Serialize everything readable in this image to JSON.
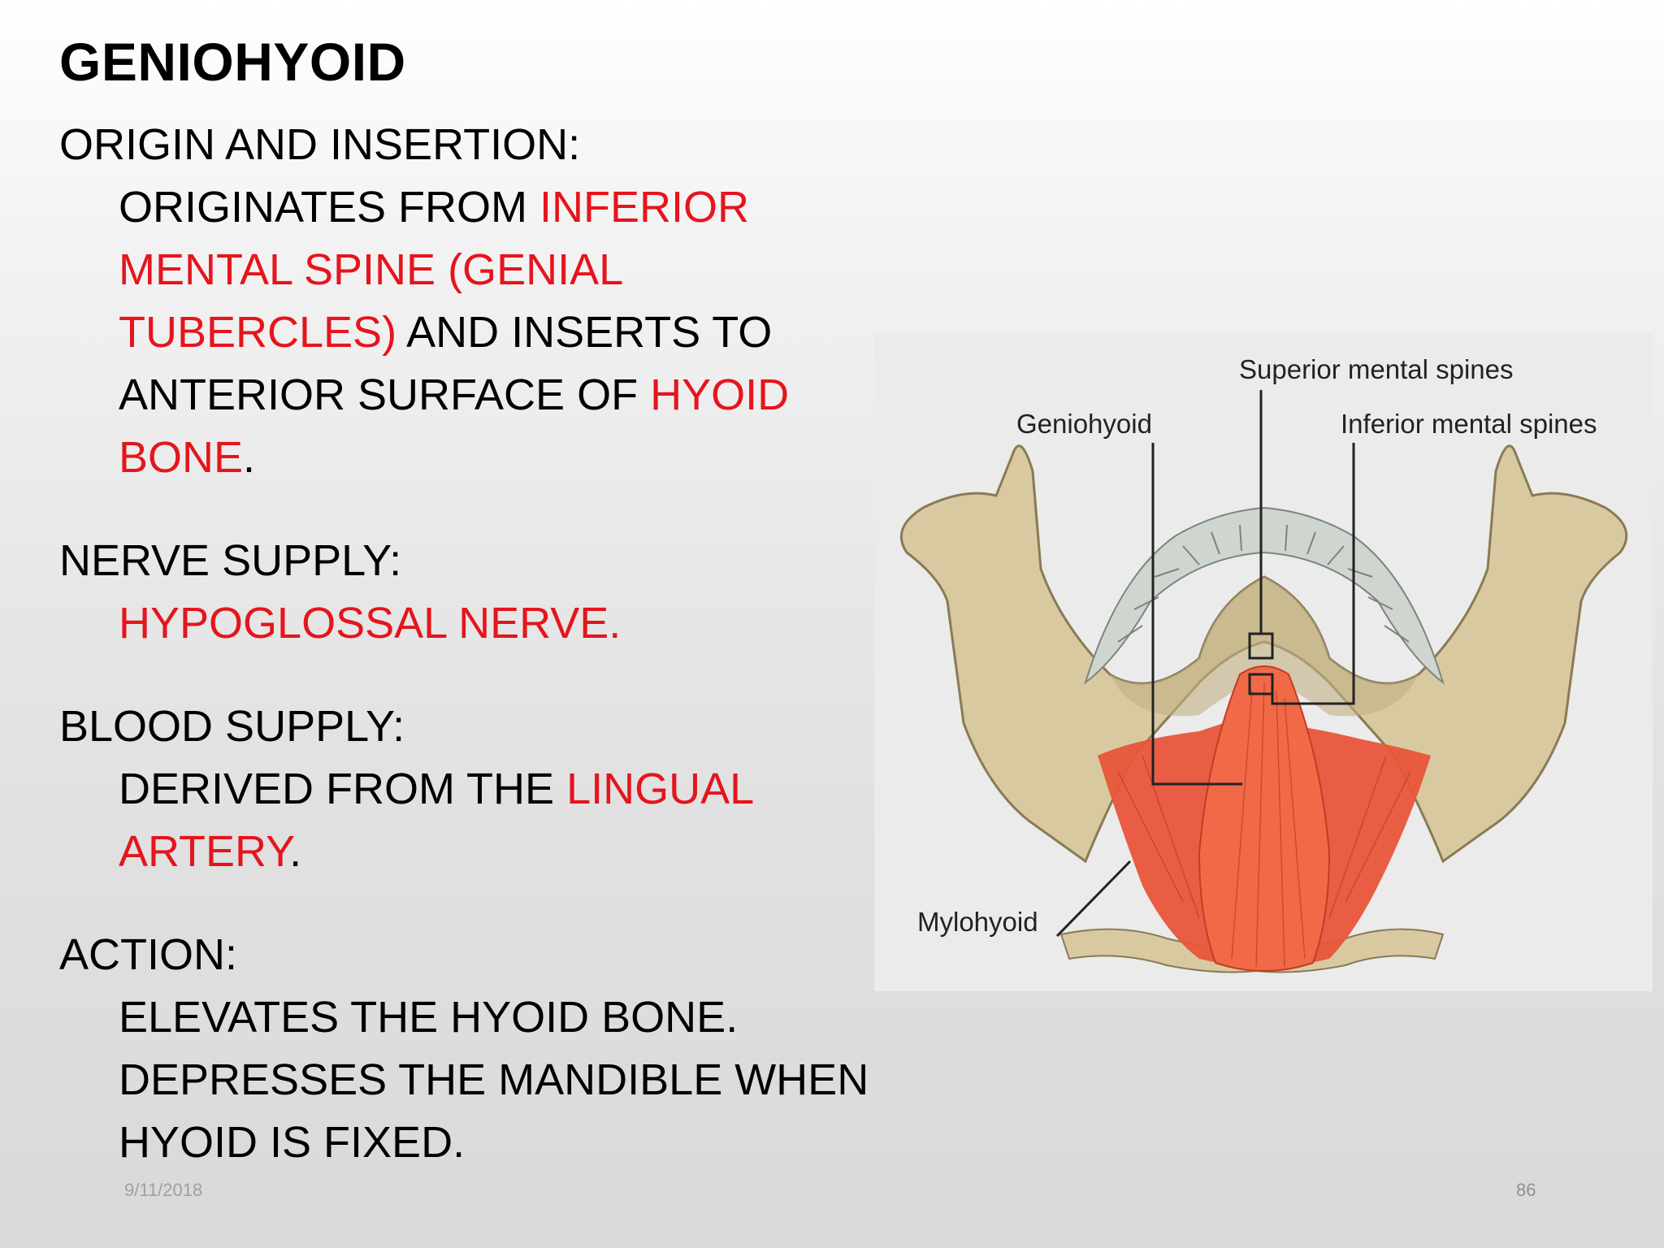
{
  "slide": {
    "title": "GENIOHYOID",
    "origin_heading": "ORIGIN AND INSERTION:",
    "origin": {
      "t1": "ORIGINATES FROM ",
      "r1": "INFERIOR",
      "r2": "MENTAL SPINE (GENIAL",
      "r3": "TUBERCLES)",
      "t2": " AND INSERTS TO",
      "t3": "ANTERIOR SURFACE OF ",
      "r4": "HYOID",
      "r5": "BONE",
      "t4": "."
    },
    "nerve_heading": "NERVE SUPPLY:",
    "nerve_value": "HYPOGLOSSAL NERVE.",
    "blood_heading": "BLOOD SUPPLY:",
    "blood": {
      "t1": "DERIVED FROM THE ",
      "r1": "LINGUAL",
      "r2": "ARTERY",
      "t2": "."
    },
    "action_heading": "ACTION:",
    "action": {
      "line1": "ELEVATES THE HYOID BONE.",
      "line2": "DEPRESSES THE MANDIBLE  WHEN",
      "line3": "HYOID IS FIXED."
    },
    "footer_date": "9/11/2018",
    "page_number": "86"
  },
  "figure": {
    "labels": {
      "superior": "Superior mental spines",
      "geniohyoid": "Geniohyoid",
      "inferior": "Inferior mental spines",
      "mylohyoid": "Mylohyoid"
    }
  },
  "colors": {
    "accent_red": "#e6141c",
    "bone": "#d8c9a0",
    "muscle": "#e8553a"
  }
}
